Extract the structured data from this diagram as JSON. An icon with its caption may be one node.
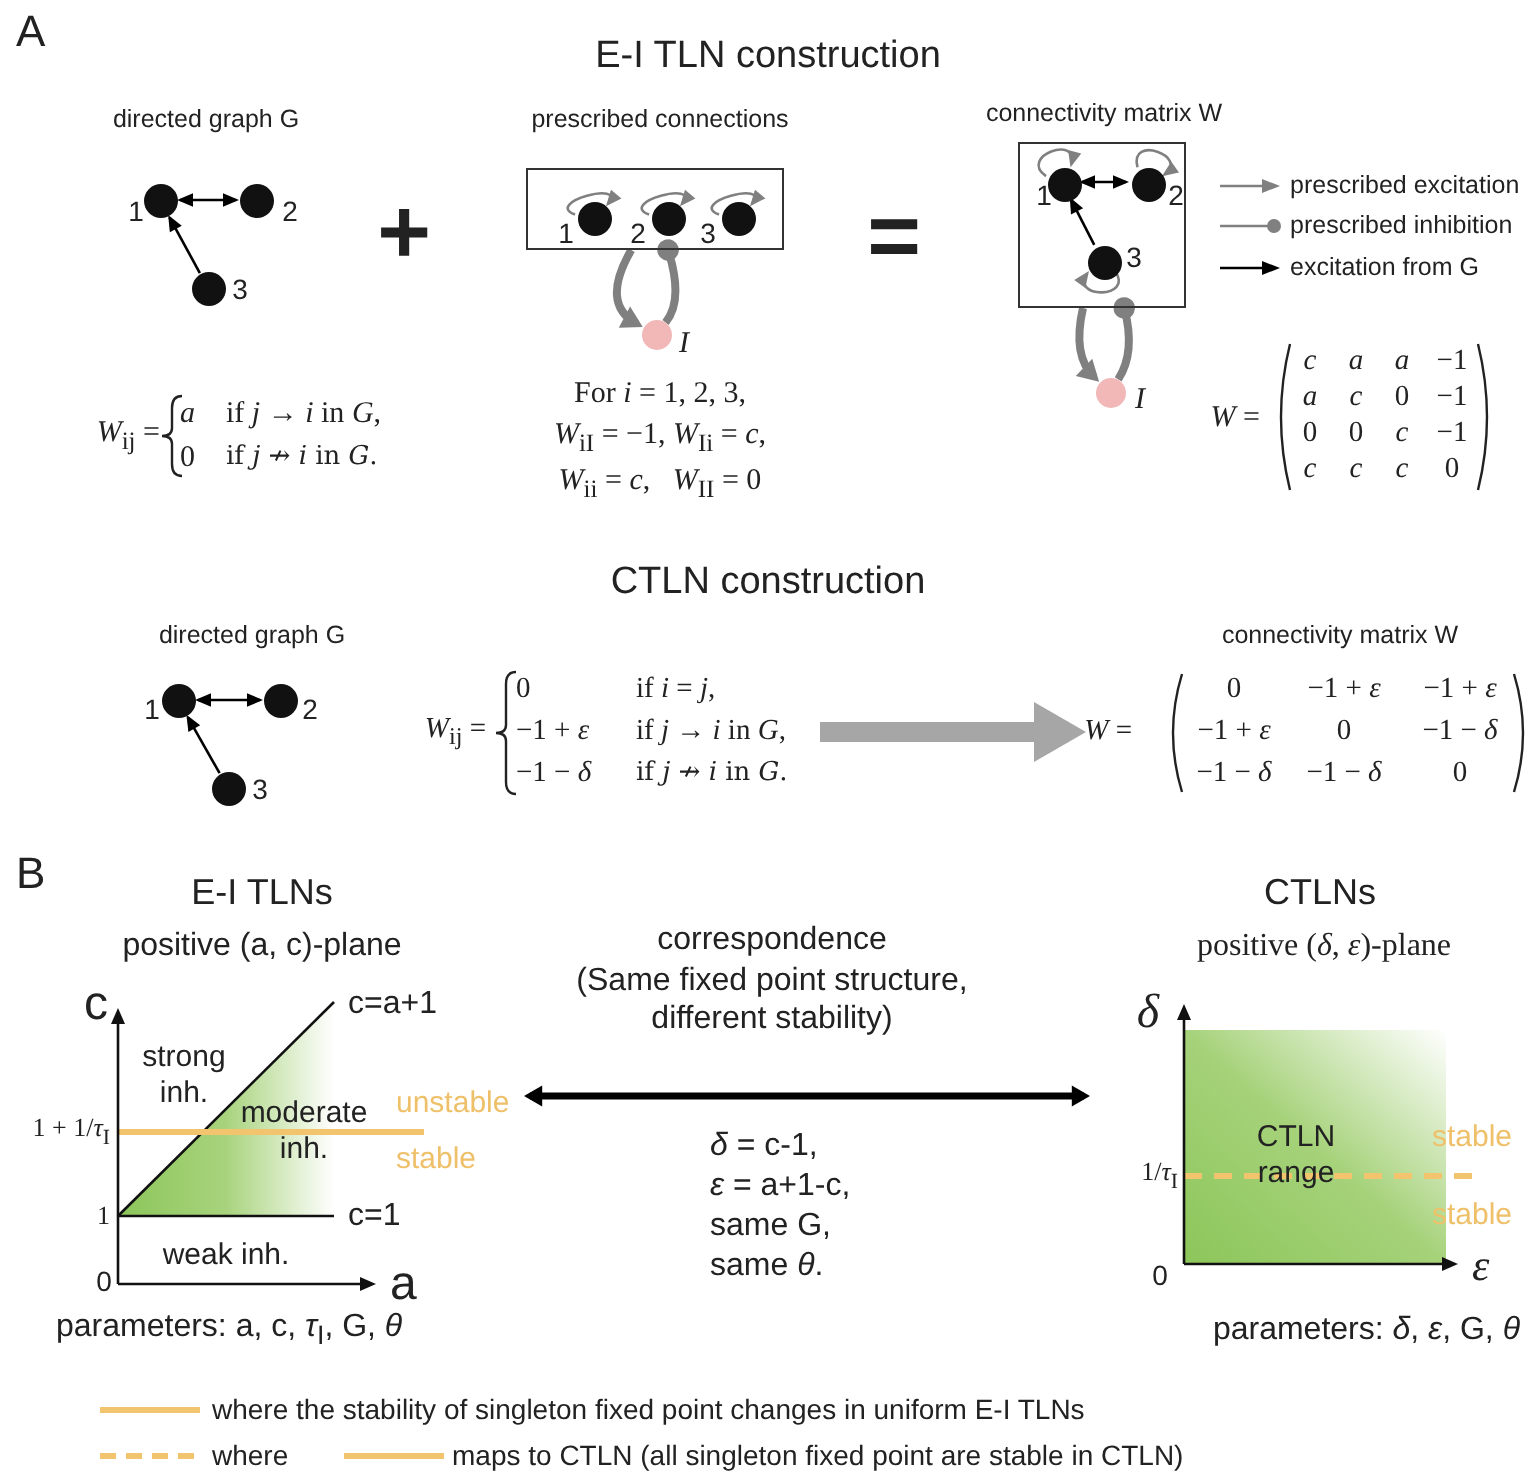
{
  "diagram": {
    "nodes": [
      {
        "text": [],
        "shape": "circle",
        "beside": [
          "1"
        ]
      },
      {
        "text": [],
        "shape": "circle",
        "beside": [
          "2"
        ]
      },
      {
        "text": [],
        "shape": "circle",
        "beside": [
          "3"
        ]
      },
      {
        "text": [],
        "shape": "box"
      },
      {
        "text": [],
        "shape": "circle",
        "beside": [
          "1"
        ],
        "in": 3
      },
      {
        "text": [],
        "shape": "circle",
        "beside": [
          "2"
        ],
        "in": 3
      },
      {
        "text": [],
        "shape": "circle",
        "beside": [
          "3"
        ],
        "in": 3
      },
      {
        "text": [],
        "shape": "circle",
        "beside": [
          "*I*"
        ]
      },
      {
        "text": [],
        "shape": "box"
      },
      {
        "text": [],
        "shape": "circle",
        "beside": [
          "1"
        ],
        "in": 8
      },
      {
        "text": [],
        "shape": "circle",
        "beside": [
          "2"
        ],
        "in": 8
      },
      {
        "text": [],
        "shape": "circle",
        "beside": [
          "3"
        ],
        "in": 8
      },
      {
        "text": [],
        "shape": "circle",
        "beside": [
          "*I*"
        ]
      },
      {
        "text": [],
        "shape": "circle",
        "beside": [
          "1"
        ]
      },
      {
        "text": [],
        "shape": "circle",
        "beside": [
          "2"
        ]
      },
      {
        "text": [],
        "shape": "circle",
        "beside": [
          "3"
        ]
      },
      {
        "text": [
          "*W*$_{ij}$ =",
          "0",
          "if *i* = *j*,",
          "−1 + *ε*",
          "if *j* → *i* in *G*,",
          "−1 − *δ*",
          "if *j* ↛ *i* in *G*."
        ]
      },
      {
        "text": [
          "*W* =",
          "0",
          "−1 + *ε*",
          "−1 + *ε*",
          "−1 + *ε*",
          "0",
          "−1 − *δ*",
          "−1 − *δ*",
          "−1 − *δ*",
          "0"
        ]
      },
      {
        "text": [
          "E-I TLNs",
          "positive (a, c)-plane"
        ]
      },
      {
        "text": [
          "CTLNs",
          "positive (*δ*, *ε*)-plane"
        ]
      }
    ],
    "edges": [
      {
        "from": 0,
        "to": 1,
        "arrow": "both",
        "color": "#000000"
      },
      {
        "from": 2,
        "to": 0,
        "arrow": "to",
        "color": "#000000"
      },
      {
        "from": 4,
        "to": 4,
        "arrow": "to",
        "color": "#808080"
      },
      {
        "from": 5,
        "to": 5,
        "arrow": "to",
        "color": "#808080"
      },
      {
        "from": 6,
        "to": 6,
        "arrow": "to",
        "color": "#808080"
      },
      {
        "from": 3,
        "to": 7,
        "arrow": "to",
        "style": "thick",
        "color": "#808080"
      },
      {
        "from": 7,
        "to": 3,
        "arrow": "other",
        "style": "thick",
        "color": "#808080"
      },
      {
        "from": 9,
        "to": 10,
        "arrow": "both",
        "color": "#000000"
      },
      {
        "from": 11,
        "to": 9,
        "arrow": "to",
        "color": "#000000"
      },
      {
        "from": 9,
        "to": 9,
        "arrow": "to",
        "color": "#808080"
      },
      {
        "from": 10,
        "to": 10,
        "arrow": "to",
        "color": "#808080"
      },
      {
        "from": 11,
        "to": 11,
        "arrow": "to",
        "color": "#808080"
      },
      {
        "from": 8,
        "to": 12,
        "arrow": "to",
        "style": "thick",
        "color": "#808080"
      },
      {
        "from": 12,
        "to": 8,
        "arrow": "other",
        "style": "thick",
        "color": "#808080"
      },
      {
        "from": 13,
        "to": 14,
        "arrow": "both",
        "color": "#000000"
      },
      {
        "from": 15,
        "to": 13,
        "arrow": "to",
        "color": "#000000"
      },
      {
        "from": 16,
        "to": 17,
        "arrow": "to",
        "style": "thick",
        "color": "#a6a6a6"
      },
      {
        "from": 18,
        "to": 19,
        "arrow": "both",
        "style": "thick",
        "color": "#000000",
        "label": "correspondence"
      }
    ],
    "labels": [
      "A",
      "E-I TLN construction",
      "directed graph G",
      "prescribed connections",
      "connectivity matrix W",
      "+",
      "=",
      "*W*$_{ij}$ =",
      "*a*",
      "if *j* → *i* in *G*,",
      "0",
      "if *j* ↛ *i* in *G*.",
      "For *i* = 1, 2, 3,",
      "*W*$_{iI}$ = −1, *W*$_{Ii}$ = *c*,",
      "*W*$_{ii}$ = *c*,   *W*$_{II}$ = 0",
      "*W* =",
      "*c*",
      "*a*",
      "*a*",
      "−1",
      "*a*",
      "*c*",
      "0",
      "−1",
      "0",
      "0",
      "*c*",
      "−1",
      "*c*",
      "*c*",
      "*c*",
      "0",
      "CTLN construction",
      "directed graph G",
      "connectivity matrix W",
      "B",
      "c",
      "c=a+1",
      "strong inh.",
      "moderate inh.",
      "unstable",
      "1 + 1/*τ*$_{I}$",
      "stable",
      "1",
      "c=1",
      "weak inh.",
      "0",
      "a",
      "(Same fixed point structure, different stability)",
      "*δ* = c-1,",
      "*ε* = a+1-c,",
      "same G,",
      "same *θ*.",
      "*δ*",
      "stable",
      "1/*τ*$_{I}$",
      "CTLN range",
      "stable",
      "0",
      "*ε*",
      "parameters: a, c, *τ*$_{I}$, G, *θ*",
      "parameters: *δ*, *ε*, G, *θ*",
      "maps to CTLN (all singleton fixed point are stable in CTLN)"
    ],
    "legend": [
      {
        "text": "prescribed excitation"
      },
      {
        "text": "prescribed inhibition"
      },
      {
        "text": "excitation from G"
      },
      {
        "text": "where the stability of singleton fixed point changes in uniform E-I TLNs"
      },
      {
        "text": "where"
      }
    ]
  }
}
